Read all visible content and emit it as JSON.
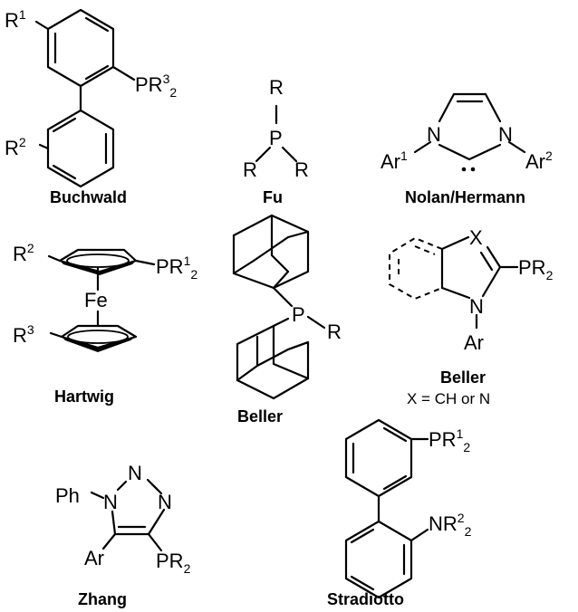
{
  "structures": {
    "buchwald": {
      "label": "Buchwald",
      "r1": "R",
      "r1_sup": "1",
      "r2": "R",
      "r2_sup": "2",
      "p_group": "PR",
      "p_sup": "3",
      "p_sub": "2"
    },
    "fu": {
      "label": "Fu",
      "p": "P",
      "r_top": "R",
      "r_left": "R",
      "r_right": "R"
    },
    "nolan": {
      "label": "Nolan/Hermann",
      "n_left": "N",
      "n_right": "N",
      "ar_left": "Ar",
      "ar_left_sup": "1",
      "ar_right": "Ar",
      "ar_right_sup": "2"
    },
    "hartwig": {
      "label": "Hartwig",
      "fe": "Fe",
      "r2": "R",
      "r2_sup": "2",
      "r3": "R",
      "r3_sup": "3",
      "p_group": "PR",
      "p_sup": "1",
      "p_sub": "2"
    },
    "beller_adamantyl": {
      "label": "Beller",
      "p": "P",
      "r": "R"
    },
    "beller_heteroaryl": {
      "label": "Beller",
      "note": "X = CH or N",
      "x": "X",
      "n": "N",
      "ar": "Ar",
      "pr2": "PR",
      "pr2_sub": "2"
    },
    "zhang": {
      "label": "Zhang",
      "ph": "Ph",
      "n1": "N",
      "n2": "N",
      "n3": "N",
      "ar": "Ar",
      "pr2": "PR",
      "pr2_sub": "2"
    },
    "stradiotto": {
      "label": "Stradiotto",
      "p_group": "PR",
      "p_sup": "1",
      "p_sub": "2",
      "n_group": "NR",
      "n_sup": "2",
      "n_sub": "2"
    }
  }
}
